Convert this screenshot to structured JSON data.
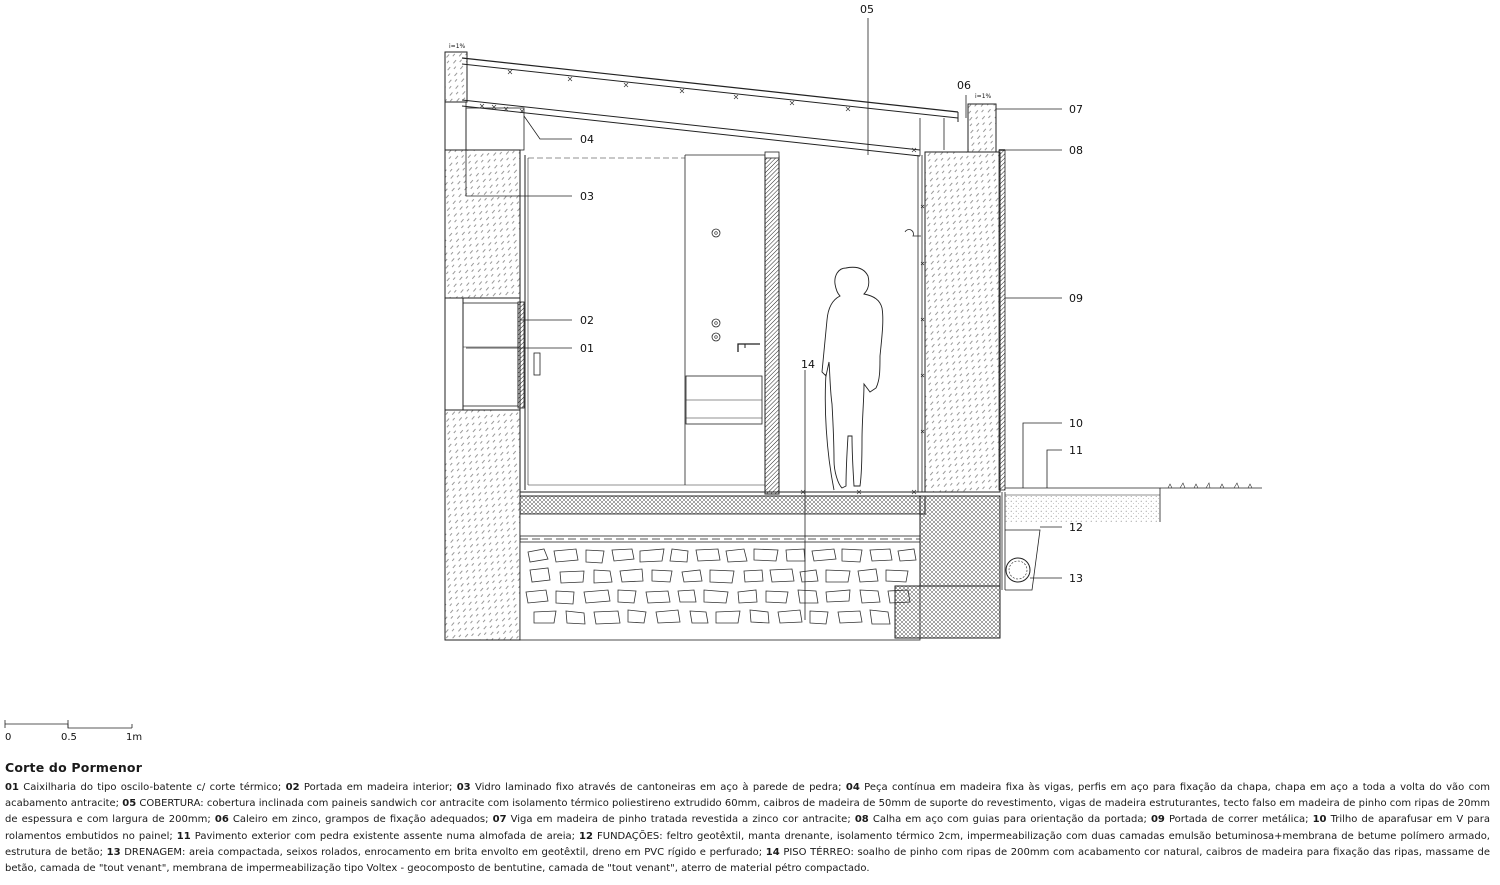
{
  "callouts": [
    {
      "num": "01"
    },
    {
      "num": "02"
    },
    {
      "num": "03"
    },
    {
      "num": "04"
    },
    {
      "num": "05"
    },
    {
      "num": "06"
    },
    {
      "num": "07"
    },
    {
      "num": "08"
    },
    {
      "num": "09"
    },
    {
      "num": "10"
    },
    {
      "num": "11"
    },
    {
      "num": "12"
    },
    {
      "num": "13"
    },
    {
      "num": "14"
    }
  ],
  "slope_labels": [
    "i=1%",
    "i=1%"
  ],
  "scale_bar": {
    "labels": [
      "0",
      "0.5",
      "1m"
    ]
  },
  "caption": {
    "title": "Corte do Pormenor",
    "items": [
      {
        "num": "01",
        "text": "Caixilharia do tipo oscilo-batente c/ corte térmico;"
      },
      {
        "num": "02",
        "text": "Portada em madeira interior;"
      },
      {
        "num": "03",
        "text": "Vidro laminado fixo através de cantoneiras em aço à parede de pedra;"
      },
      {
        "num": "04",
        "text": "Peça contínua em madeira fixa às vigas, perfis em aço para fixação da chapa, chapa em aço a toda a volta do vão com acabamento antracite;"
      },
      {
        "num": "05",
        "text": "COBERTURA: cobertura inclinada com paineis sandwich cor antracite com isolamento térmico poliestireno extrudido 60mm, caibros de madeira de 50mm de suporte do revestimento, vigas de madeira estruturantes, tecto falso em madeira de pinho com ripas de 20mm de espessura e com largura de 200mm;"
      },
      {
        "num": "06",
        "text": "Caleiro em zinco, grampos de fixação adequados;"
      },
      {
        "num": "07",
        "text": "Viga em madeira de pinho tratada revestida a zinco cor antracite;"
      },
      {
        "num": "08",
        "text": "Calha em aço com guias para orientação da portada;"
      },
      {
        "num": "09",
        "text": "Portada de correr metálica;"
      },
      {
        "num": "10",
        "text": "Trilho de aparafusar em V para rolamentos embutidos no painel;"
      },
      {
        "num": "11",
        "text": "Pavimento exterior com pedra existente assente numa almofada de areia;"
      },
      {
        "num": "12",
        "text": "FUNDAÇÕES: feltro geotêxtil, manta drenante, isolamento térmico 2cm, impermeabilização com duas camadas emulsão betuminosa+membrana de betume polímero armado, estrutura de betão;"
      },
      {
        "num": "13",
        "text": "DRENAGEM: areia compactada, seixos rolados, enrocamento em brita envolto em geotêxtil, dreno em PVC rígido e perfurado;"
      },
      {
        "num": "14",
        "text": "PISO TÉRREO: soalho de pinho com ripas de 200mm com acabamento cor natural, caibros de madeira para fixação  das ripas, massame de betão, camada de \"tout venant\", membrana de impermeabilização tipo Voltex - geocomposto de bentutine, camada de \"tout venant\", aterro de material pétro compactado."
      }
    ]
  }
}
